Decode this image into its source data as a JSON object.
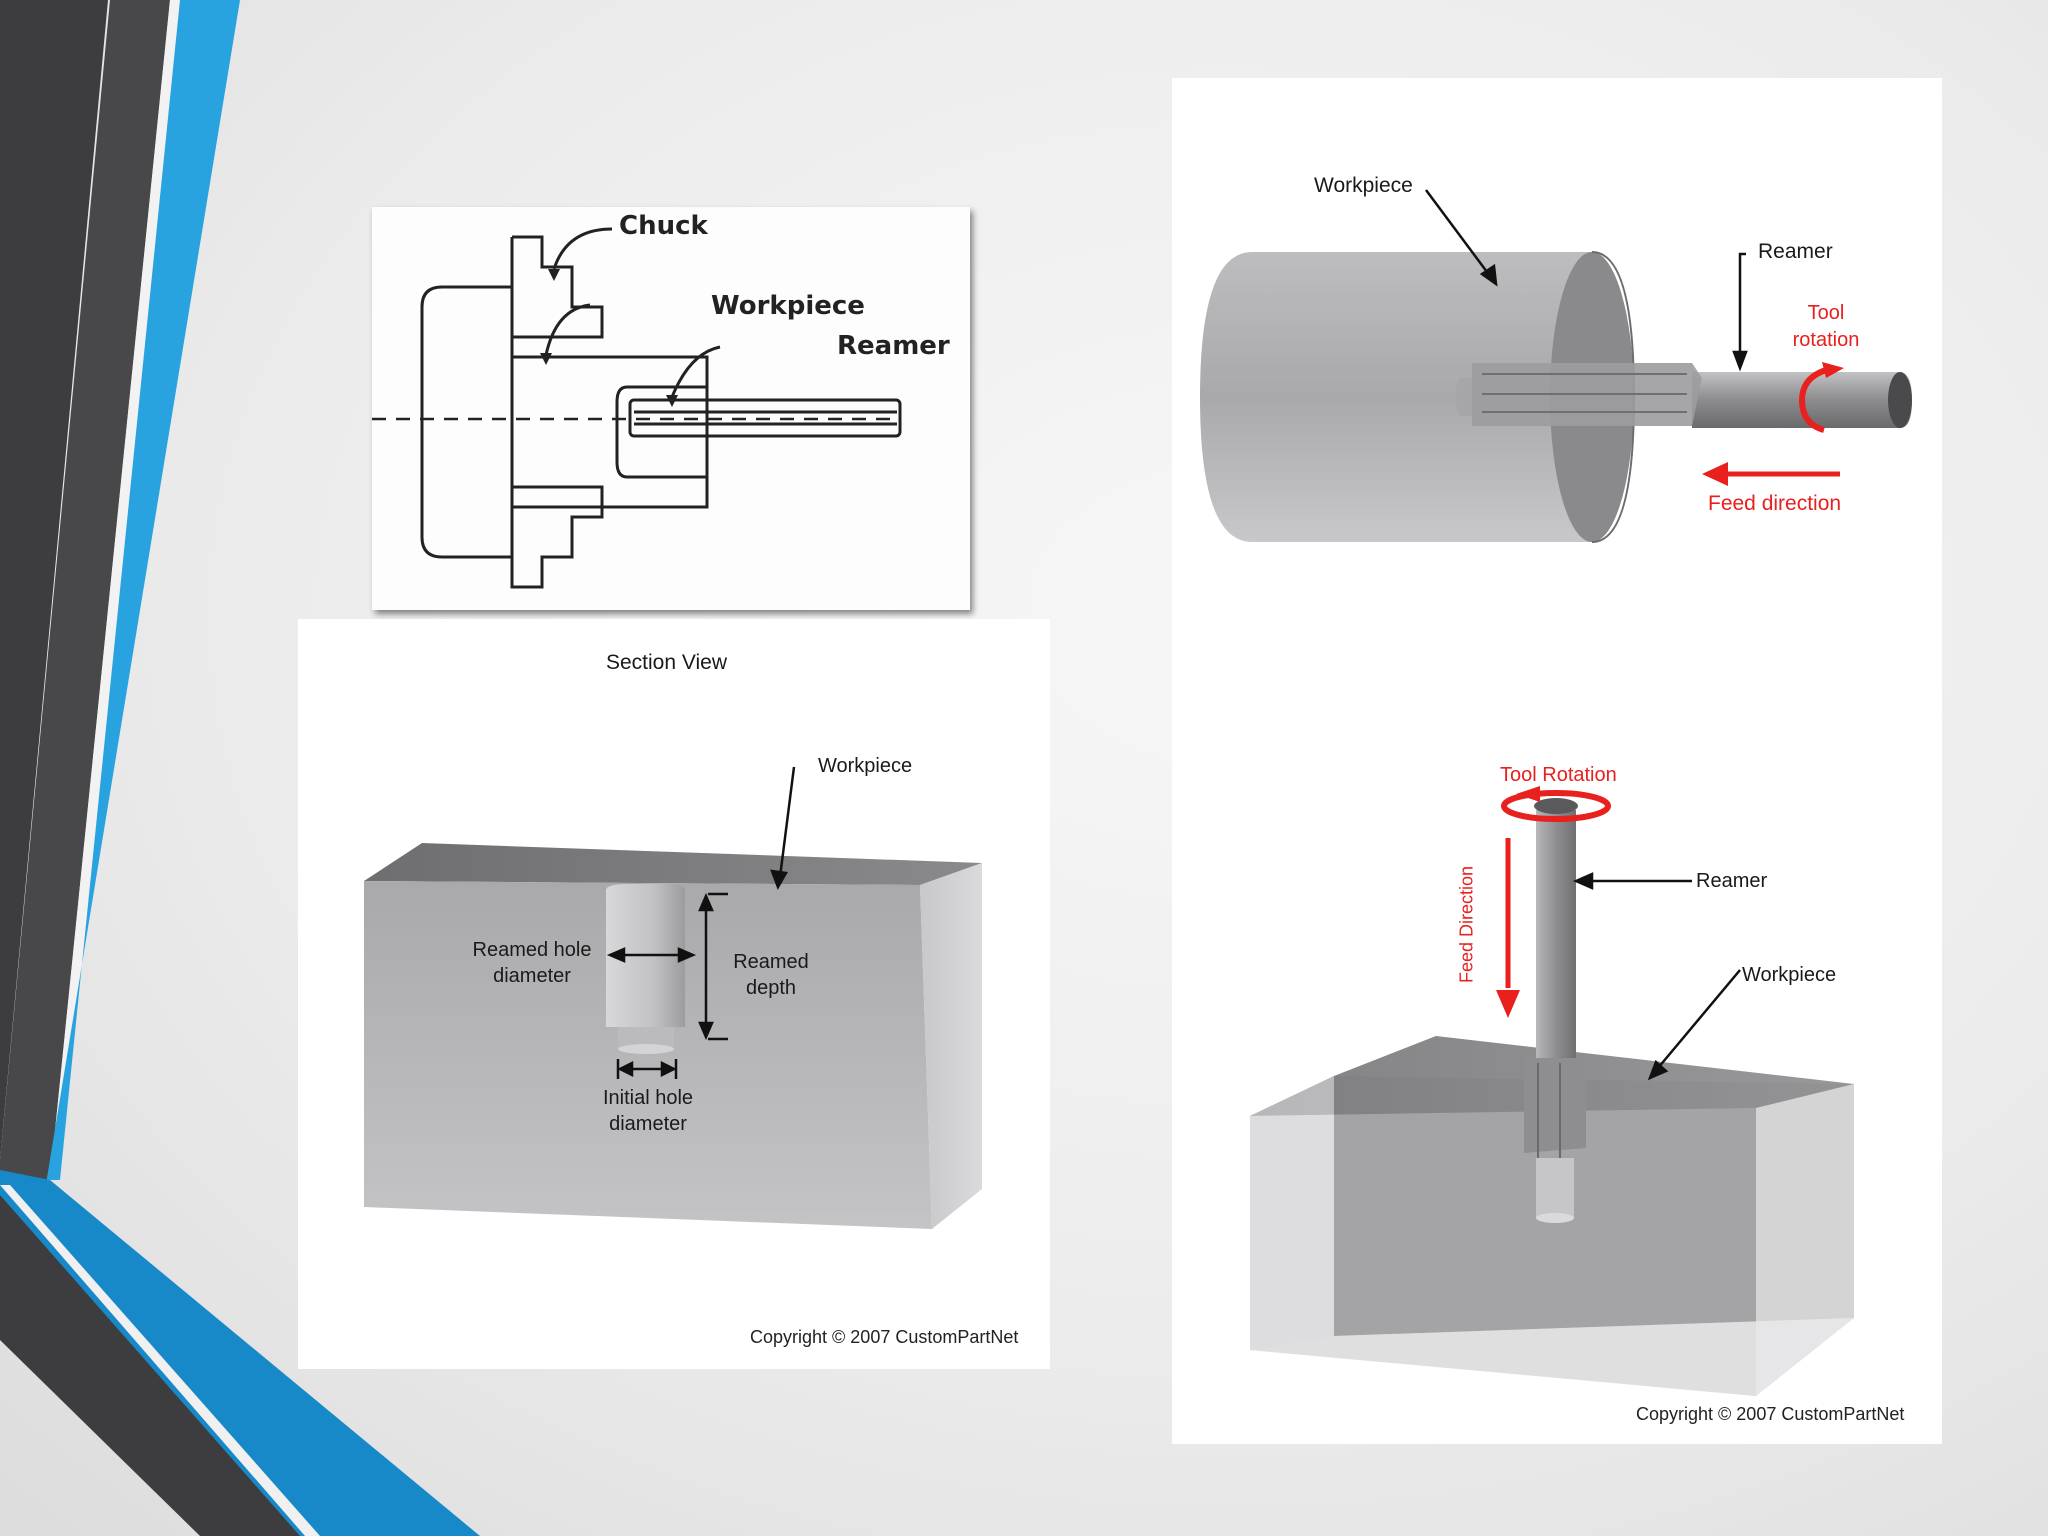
{
  "slide": {
    "accent_blue": "#29a3e0",
    "accent_dark": "#3a3a3c"
  },
  "lathe_diagram": {
    "chuck_label": "Chuck",
    "workpiece_label": "Workpiece",
    "reamer_label": "Reamer"
  },
  "section_view": {
    "title": "Section View",
    "workpiece_label": "Workpiece",
    "reamed_hole_diameter_label": [
      "Reamed hole",
      "diameter"
    ],
    "reamed_depth_label": [
      "Reamed",
      "depth"
    ],
    "initial_hole_diameter_label": [
      "Initial hole",
      "diameter"
    ],
    "copyright": "Copyright © 2007 CustomPartNet"
  },
  "horizontal_reaming": {
    "workpiece_label": "Workpiece",
    "reamer_label": "Reamer",
    "tool_rotation_label": [
      "Tool",
      "rotation"
    ],
    "feed_direction_label": "Feed direction",
    "label_color": "#e8201e"
  },
  "vertical_reaming": {
    "tool_rotation_label": "Tool Rotation",
    "reamer_label": "Reamer",
    "feed_direction_label": "Feed Direction",
    "workpiece_label": "Workpiece",
    "copyright": "Copyright © 2007 CustomPartNet"
  }
}
